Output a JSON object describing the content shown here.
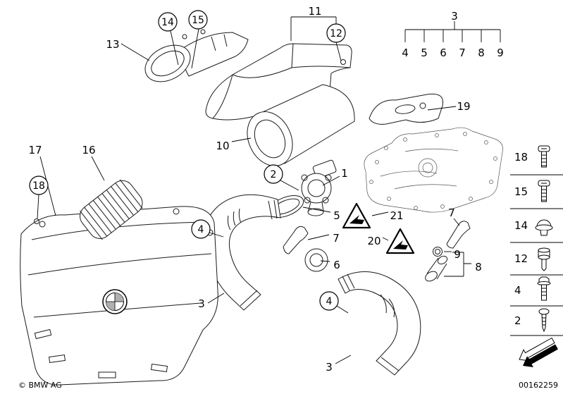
{
  "diagram": {
    "copyright": "© BMW AG",
    "image_number": "00162259",
    "background": "#ffffff",
    "line_color": "#000000"
  },
  "callouts": {
    "snorkel_group": "13",
    "snorkel_clip": "14",
    "snorkel_screw": "15",
    "upper_cover_group": "11",
    "upper_cover_screw": "12",
    "hose_kit_header": "3",
    "hose_kit_items": [
      "4",
      "5",
      "6",
      "7",
      "8",
      "9"
    ],
    "mount_bracket": "19",
    "intake_muffler": "10",
    "sensor_screw": "2",
    "air_mass_sensor": "1",
    "gasket_ring": "5",
    "hose1_clamp": "4",
    "stub_hose_center": "7",
    "grommet": "6",
    "warning_left_triangle": "20",
    "warning_right_triangle": "21",
    "stub_hose_right": "7",
    "o_ring": "9",
    "connector_fitting": "8",
    "intake_hose_front": "3",
    "hose2_clamp": "4",
    "intake_hose_rear": "3",
    "engine_cover": "17",
    "bellows": "16",
    "cover_fastener": "18"
  },
  "legend": {
    "items": [
      {
        "label": "18",
        "icon": "torx-screw-icon"
      },
      {
        "label": "15",
        "icon": "torx-screw-icon"
      },
      {
        "label": "14",
        "icon": "rubber-grommet-icon"
      },
      {
        "label": "12",
        "icon": "expansion-rivet-icon"
      },
      {
        "label": "4",
        "icon": "hex-bolt-icon"
      },
      {
        "label": "2",
        "icon": "self-tapping-screw-icon"
      }
    ],
    "direction_arrow": "front-direction-arrow-icon"
  }
}
